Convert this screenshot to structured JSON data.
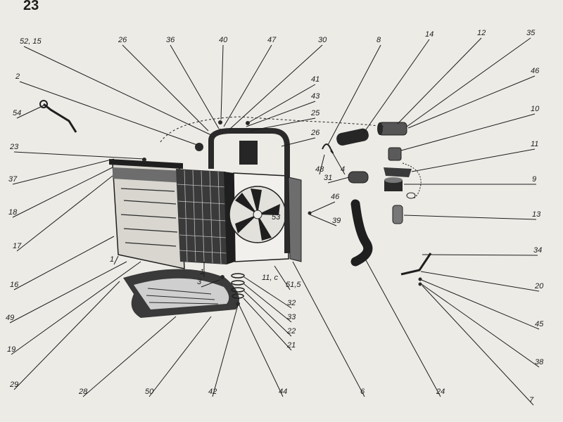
{
  "page": {
    "heading": "23"
  },
  "labels": [
    {
      "id": "52_15",
      "text": "52, 15"
    },
    {
      "id": "26a",
      "text": "26"
    },
    {
      "id": "36",
      "text": "36"
    },
    {
      "id": "40",
      "text": "40"
    },
    {
      "id": "47",
      "text": "47"
    },
    {
      "id": "30",
      "text": "30"
    },
    {
      "id": "8",
      "text": "8"
    },
    {
      "id": "14",
      "text": "14"
    },
    {
      "id": "12",
      "text": "12"
    },
    {
      "id": "35",
      "text": "35"
    },
    {
      "id": "2",
      "text": "2"
    },
    {
      "id": "41",
      "text": "41"
    },
    {
      "id": "43",
      "text": "43"
    },
    {
      "id": "46a",
      "text": "46"
    },
    {
      "id": "25",
      "text": "25"
    },
    {
      "id": "10",
      "text": "10"
    },
    {
      "id": "54",
      "text": "54"
    },
    {
      "id": "26b",
      "text": "26"
    },
    {
      "id": "23",
      "text": "23"
    },
    {
      "id": "11",
      "text": "11"
    },
    {
      "id": "37",
      "text": "37"
    },
    {
      "id": "48",
      "text": "48"
    },
    {
      "id": "4",
      "text": "4"
    },
    {
      "id": "31",
      "text": "31"
    },
    {
      "id": "9",
      "text": "9"
    },
    {
      "id": "18",
      "text": "18"
    },
    {
      "id": "46b",
      "text": "46"
    },
    {
      "id": "39",
      "text": "39"
    },
    {
      "id": "13",
      "text": "13"
    },
    {
      "id": "17",
      "text": "17"
    },
    {
      "id": "53",
      "text": "53"
    },
    {
      "id": "16",
      "text": "16"
    },
    {
      "id": "34",
      "text": "34"
    },
    {
      "id": "1a",
      "text": "1"
    },
    {
      "id": "1b",
      "text": "1"
    },
    {
      "id": "3",
      "text": "3"
    },
    {
      "id": "11_c",
      "text": "11, c"
    },
    {
      "id": "20",
      "text": "20"
    },
    {
      "id": "51_5",
      "text": "51,5"
    },
    {
      "id": "32",
      "text": "32"
    },
    {
      "id": "33",
      "text": "33"
    },
    {
      "id": "49",
      "text": "49"
    },
    {
      "id": "45",
      "text": "45"
    },
    {
      "id": "22",
      "text": "22"
    },
    {
      "id": "21",
      "text": "21"
    },
    {
      "id": "19",
      "text": "19"
    },
    {
      "id": "38",
      "text": "38"
    },
    {
      "id": "29",
      "text": "29"
    },
    {
      "id": "28",
      "text": "28"
    },
    {
      "id": "50",
      "text": "50"
    },
    {
      "id": "42",
      "text": "42"
    },
    {
      "id": "44",
      "text": "44"
    },
    {
      "id": "6",
      "text": "6"
    },
    {
      "id": "24",
      "text": "24"
    },
    {
      "id": "7",
      "text": "7"
    }
  ]
}
